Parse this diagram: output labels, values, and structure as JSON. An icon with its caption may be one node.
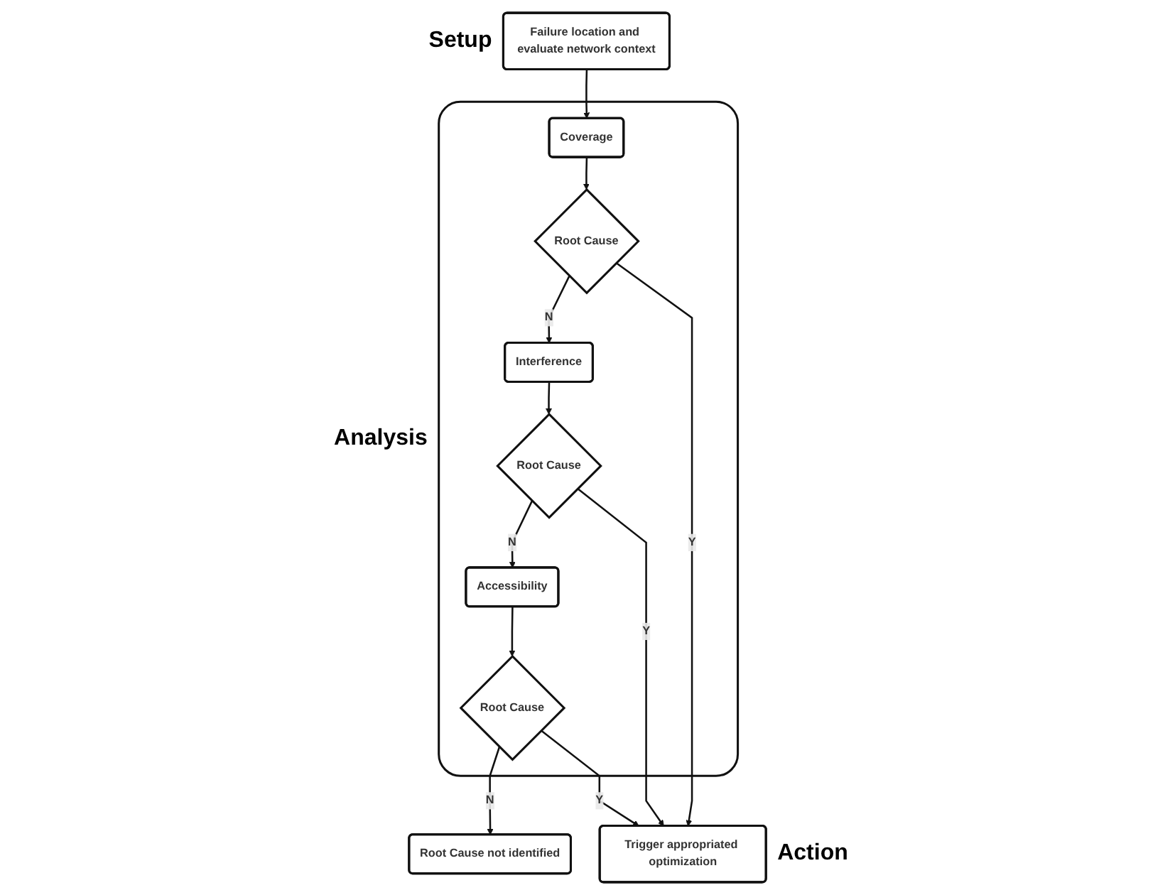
{
  "diagram": {
    "nodes": [
      {
        "text": [
          "Failure location and evaluate network context"
        ],
        "beside": [
          "Setup"
        ]
      },
      {
        "text": [],
        "shape": "box",
        "beside": [
          "Analysis"
        ]
      },
      {
        "text": [
          "Coverage"
        ],
        "in": 1
      },
      {
        "text": [
          "Root Cause"
        ],
        "in": 1
      },
      {
        "text": [
          "Interference"
        ],
        "in": 1
      },
      {
        "text": [
          "Root Cause"
        ],
        "in": 1
      },
      {
        "text": [
          "Accessibility"
        ],
        "in": 1
      },
      {
        "text": [
          "Root Cause"
        ],
        "in": 1
      },
      {
        "text": [
          "Root Cause not identified"
        ]
      },
      {
        "text": [
          "Trigger appropriated optimization"
        ],
        "beside": [
          "Action"
        ]
      }
    ],
    "edges": [
      {
        "from": 0,
        "to": 2,
        "arrow": "to"
      },
      {
        "from": 2,
        "to": 3,
        "arrow": "to"
      },
      {
        "from": 3,
        "to": 4,
        "arrow": "to",
        "label": "N"
      },
      {
        "from": 4,
        "to": 5,
        "arrow": "to"
      },
      {
        "from": 5,
        "to": 6,
        "arrow": "to",
        "label": "N"
      },
      {
        "from": 6,
        "to": 7,
        "arrow": "to"
      },
      {
        "from": 7,
        "to": 8,
        "arrow": "to",
        "label": "N"
      },
      {
        "from": 3,
        "to": 9,
        "arrow": "to",
        "label": "Y"
      },
      {
        "from": 5,
        "to": 9,
        "arrow": "to",
        "label": "Y"
      },
      {
        "from": 7,
        "to": 9,
        "arrow": "to",
        "label": "Y"
      }
    ]
  }
}
